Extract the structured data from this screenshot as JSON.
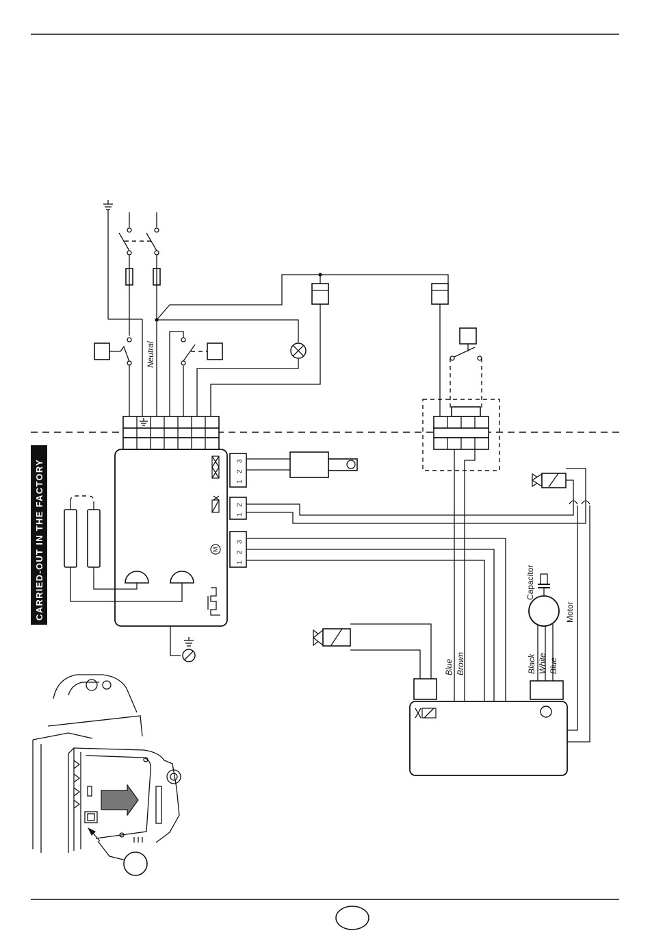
{
  "diagram": {
    "side_label": "CARRIED-OUT IN THE FACTORY",
    "wire_neutral": "Neutral",
    "capacitor_label": "Capacitor",
    "motor_label": "Motor",
    "motor_wires": [
      "Black",
      "White",
      "Blue"
    ],
    "probe_wires": [
      "Blue",
      "Brown"
    ],
    "plug_pins_3": [
      "1",
      "2",
      "3"
    ],
    "plug_pins_2": [
      "1",
      "2"
    ],
    "motor_symbol": "M"
  },
  "icons": [
    "earth-icon",
    "lamp-icon",
    "solenoid-valve-icon",
    "fuse-icon",
    "switch-icon",
    "motor-icon",
    "capacitor-icon"
  ]
}
